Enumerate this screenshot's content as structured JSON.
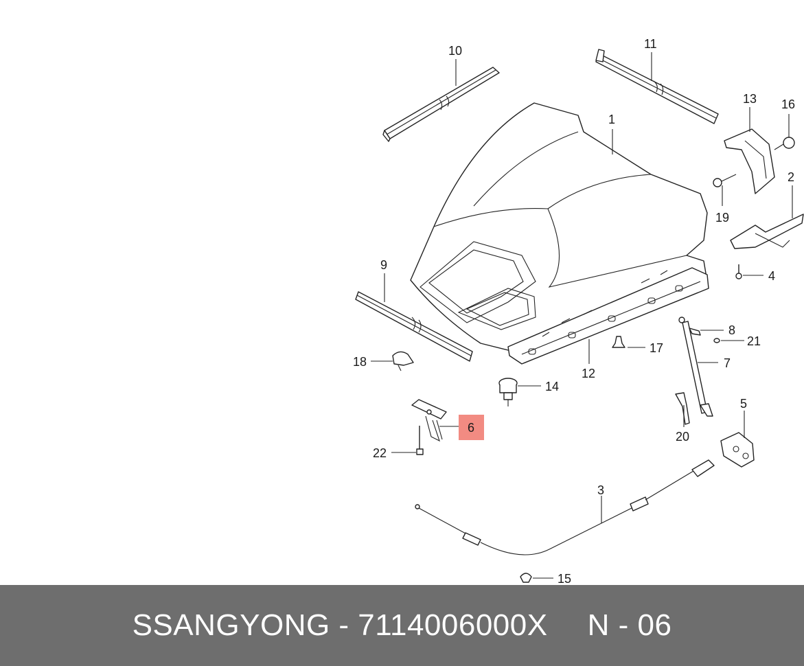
{
  "diagram": {
    "callouts": {
      "c1": "1",
      "c2": "2",
      "c3": "3",
      "c4": "4",
      "c5": "5",
      "c6": "6",
      "c7": "7",
      "c8": "8",
      "c9": "9",
      "c10": "10",
      "c11": "11",
      "c12": "12",
      "c13": "13",
      "c14": "14",
      "c15": "15",
      "c16": "16",
      "c17": "17",
      "c18": "18",
      "c19": "19",
      "c20": "20",
      "c21": "21",
      "c22": "22"
    },
    "highlighted_callout": "6",
    "highlight_color": "#f28b82"
  },
  "footer": {
    "part_label": "SSANGYONG - 7114006000X",
    "page_label": "N - 06",
    "background": "#6e6e6e"
  }
}
